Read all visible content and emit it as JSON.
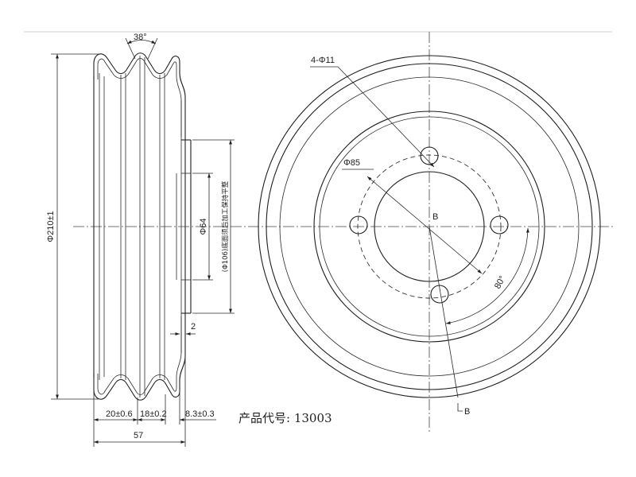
{
  "drawing": {
    "left_view": {
      "groove_angle": "38°",
      "outer_diameter": "Φ210±1",
      "bore_diameter": "Φ64",
      "hub_face_note": "(Φ106)底面须后加工保持平整",
      "wall_thickness": "2",
      "dim_groove_offset": "20±0.6",
      "dim_groove_pitch": "18±0.2",
      "dim_hub_offset": "8.3±0.3",
      "overall_width": "57"
    },
    "product_code": "产品代号: 13003",
    "front_view": {
      "holes_note": "4-Φ11",
      "bolt_circle": "Φ85",
      "center_label": "B",
      "angle": "80°",
      "section_label": "B"
    }
  },
  "colors": {
    "line": "#1e1e1e",
    "background": "#ffffff"
  }
}
